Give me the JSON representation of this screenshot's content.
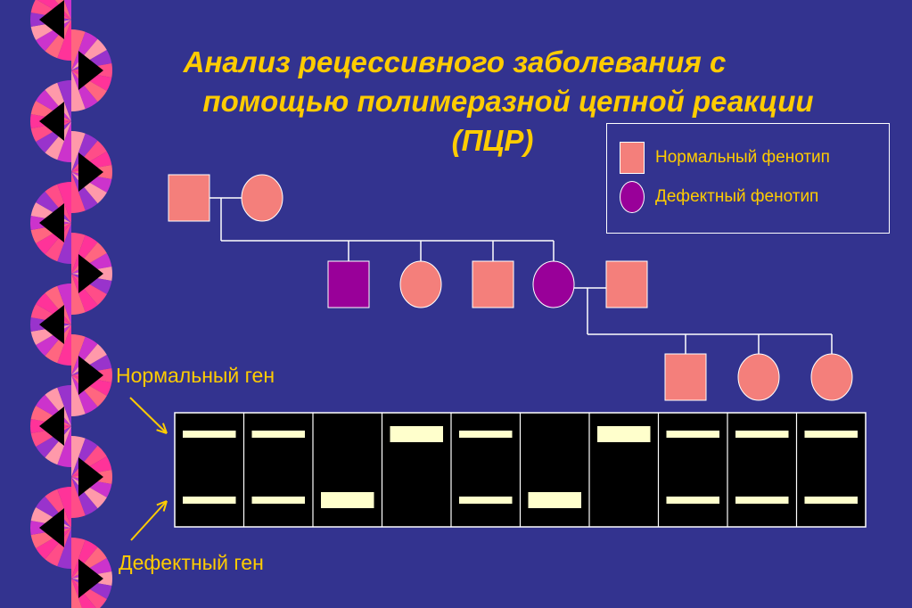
{
  "title": {
    "line1": "Анализ рецессивного заболевания с",
    "line2": "помощью полимеразной цепной реакции",
    "line3": "(ПЦР)"
  },
  "legend": {
    "normal": "Нормальный фенотип",
    "defective": "Дефектный фенотип"
  },
  "labels": {
    "normal_gene": "Нормальный ген",
    "defective_gene": "Дефектный ген"
  },
  "colors": {
    "background": "#33338f",
    "normal": "#f47f7b",
    "affected": "#990099",
    "text": "#ffcc00",
    "band": "#ffffcc",
    "gel": "#000000"
  },
  "pedigree": {
    "generation1": [
      {
        "sex": "male",
        "phenotype": "normal"
      },
      {
        "sex": "female",
        "phenotype": "normal"
      }
    ],
    "generation2": [
      {
        "sex": "male",
        "phenotype": "affected"
      },
      {
        "sex": "female",
        "phenotype": "normal"
      },
      {
        "sex": "male",
        "phenotype": "normal"
      },
      {
        "sex": "female",
        "phenotype": "affected"
      },
      {
        "sex": "male",
        "phenotype": "normal",
        "spouse": true
      }
    ],
    "generation3": [
      {
        "sex": "male",
        "phenotype": "normal"
      },
      {
        "sex": "female",
        "phenotype": "normal"
      },
      {
        "sex": "female",
        "phenotype": "normal"
      }
    ]
  },
  "gel": {
    "lanes": [
      {
        "normal_band": true,
        "defective_band": true
      },
      {
        "normal_band": true,
        "defective_band": true
      },
      {
        "normal_band": false,
        "defective_band": true
      },
      {
        "normal_band": true,
        "defective_band": false
      },
      {
        "normal_band": true,
        "defective_band": true
      },
      {
        "normal_band": false,
        "defective_band": true
      },
      {
        "normal_band": true,
        "defective_band": false
      },
      {
        "normal_band": true,
        "defective_band": true
      },
      {
        "normal_band": true,
        "defective_band": true
      },
      {
        "normal_band": true,
        "defective_band": true
      }
    ]
  }
}
